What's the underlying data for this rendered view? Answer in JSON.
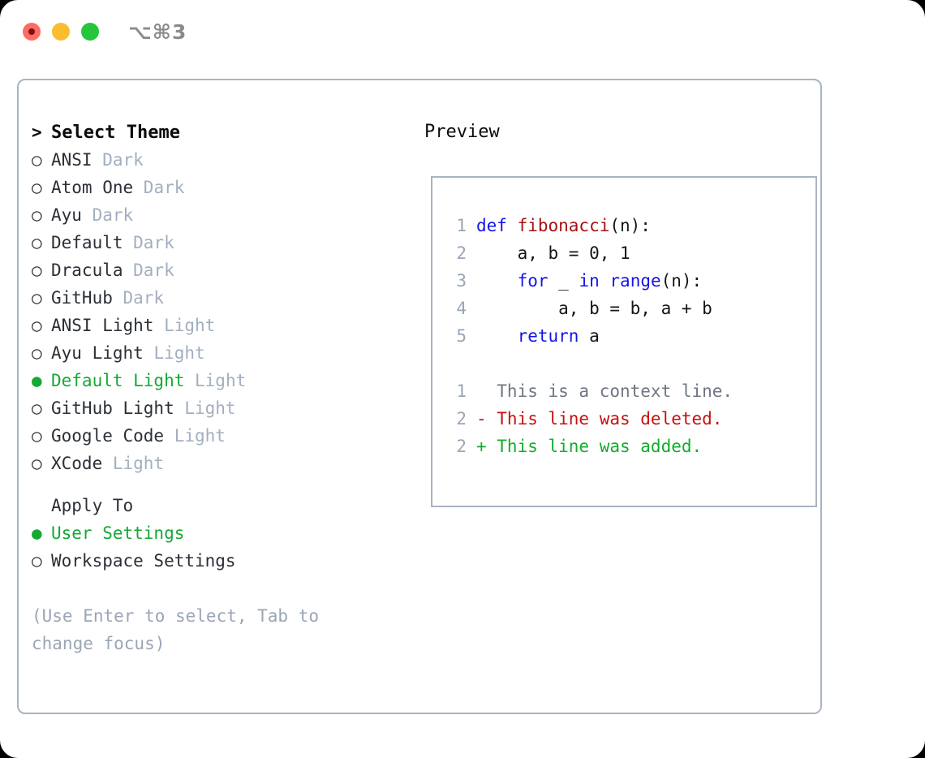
{
  "window": {
    "shortcut": "⌥⌘3",
    "traffic_lights": [
      {
        "name": "close-button",
        "color": "#ff6b63"
      },
      {
        "name": "minimize-button",
        "color": "#fbbd2e"
      },
      {
        "name": "maximize-button",
        "color": "#25c63c"
      }
    ]
  },
  "colors": {
    "accent_green": "#16a835",
    "muted": "#a3afbf",
    "hint": "#9aa5b5",
    "border": "#a9b4c3",
    "keyword_blue": "#1414e8",
    "function_red": "#a61212",
    "diff_add": "#13ad2b",
    "diff_del": "#c51111"
  },
  "theme_section": {
    "heading": "Select Theme",
    "heading_prefix": ">",
    "bullet_unselected": "○",
    "bullet_selected": "●",
    "items": [
      {
        "name": "ANSI",
        "suffix": "Dark",
        "selected": false
      },
      {
        "name": "Atom One",
        "suffix": "Dark",
        "selected": false
      },
      {
        "name": "Ayu",
        "suffix": "Dark",
        "selected": false
      },
      {
        "name": "Default",
        "suffix": "Dark",
        "selected": false
      },
      {
        "name": "Dracula",
        "suffix": "Dark",
        "selected": false
      },
      {
        "name": "GitHub",
        "suffix": "Dark",
        "selected": false
      },
      {
        "name": "ANSI Light",
        "suffix": "Light",
        "selected": false
      },
      {
        "name": "Ayu Light",
        "suffix": "Light",
        "selected": false
      },
      {
        "name": "Default Light",
        "suffix": "Light",
        "selected": true
      },
      {
        "name": "GitHub Light",
        "suffix": "Light",
        "selected": false
      },
      {
        "name": "Google Code",
        "suffix": "Light",
        "selected": false
      },
      {
        "name": "XCode",
        "suffix": "Light",
        "selected": false
      }
    ]
  },
  "apply_section": {
    "heading": "Apply To",
    "items": [
      {
        "name": "User Settings",
        "selected": true
      },
      {
        "name": "Workspace Settings",
        "selected": false
      }
    ]
  },
  "hint": "(Use Enter to select, Tab to\nchange focus)",
  "preview": {
    "title": "Preview",
    "code_lines": [
      {
        "num": "1",
        "tokens": [
          {
            "t": "def ",
            "c": "kw"
          },
          {
            "t": "fibonacci",
            "c": "fn"
          },
          {
            "t": "(n):",
            "c": "pl"
          }
        ]
      },
      {
        "num": "2",
        "tokens": [
          {
            "t": "    a, b = 0, 1",
            "c": "pl"
          }
        ]
      },
      {
        "num": "3",
        "tokens": [
          {
            "t": "    ",
            "c": "pl"
          },
          {
            "t": "for",
            "c": "kw"
          },
          {
            "t": " _ ",
            "c": "pl"
          },
          {
            "t": "in",
            "c": "kw"
          },
          {
            "t": " ",
            "c": "pl"
          },
          {
            "t": "range",
            "c": "kw"
          },
          {
            "t": "(n):",
            "c": "pl"
          }
        ]
      },
      {
        "num": "4",
        "tokens": [
          {
            "t": "        a, b = b, a + b",
            "c": "pl"
          }
        ]
      },
      {
        "num": "5",
        "tokens": [
          {
            "t": "    ",
            "c": "pl"
          },
          {
            "t": "return",
            "c": "kw"
          },
          {
            "t": " a",
            "c": "pl"
          }
        ]
      }
    ],
    "diff_lines": [
      {
        "num": "1",
        "marker": " ",
        "text": " This is a context line.",
        "kind": "ctx"
      },
      {
        "num": "2",
        "marker": "-",
        "text": " This line was deleted.",
        "kind": "del"
      },
      {
        "num": "2",
        "marker": "+",
        "text": " This line was added.",
        "kind": "add"
      }
    ]
  }
}
